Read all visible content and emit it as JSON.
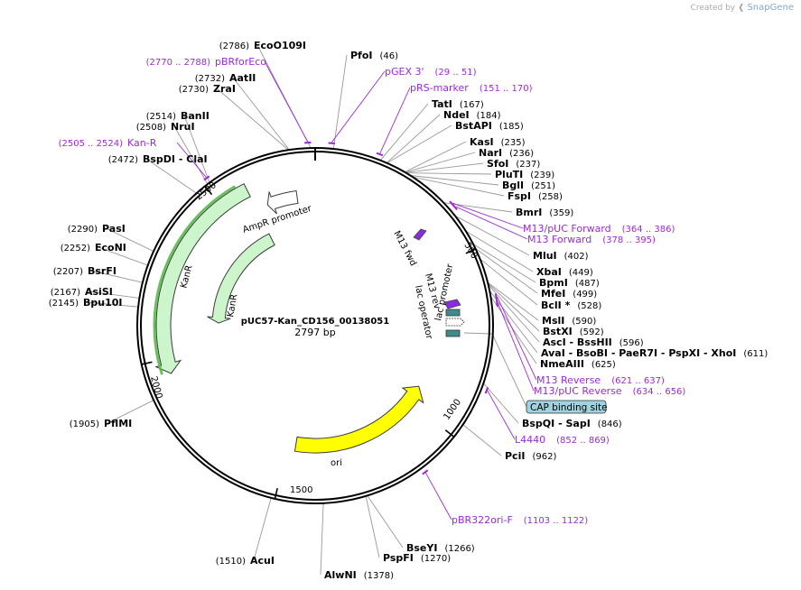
{
  "header": {
    "credit_text": "Created by",
    "brand": "SnapGene"
  },
  "plasmid": {
    "name": "pUC57-Kan_CD156_00138051",
    "length_label": "2797 bp",
    "length": 2797
  },
  "tick_labels": [
    "500",
    "1000",
    "1500",
    "2000",
    "2500"
  ],
  "enzymes": [
    {
      "name": "EcoO109I",
      "pos": "(2786)",
      "bp": 2786,
      "side": "left"
    },
    {
      "name": "AatII",
      "pos": "(2732)",
      "bp": 2732,
      "side": "left"
    },
    {
      "name": "ZraI",
      "pos": "(2730)",
      "bp": 2730,
      "side": "left"
    },
    {
      "name": "BanII",
      "pos": "(2514)",
      "bp": 2514,
      "side": "left"
    },
    {
      "name": "NruI",
      "pos": "(2508)",
      "bp": 2508,
      "side": "left"
    },
    {
      "name": "BspDI - ClaI",
      "pos": "(2472)",
      "bp": 2472,
      "side": "left"
    },
    {
      "name": "PasI",
      "pos": "(2290)",
      "bp": 2290,
      "side": "left"
    },
    {
      "name": "EcoNI",
      "pos": "(2252)",
      "bp": 2252,
      "side": "left"
    },
    {
      "name": "BsrFI",
      "pos": "(2207)",
      "bp": 2207,
      "side": "left"
    },
    {
      "name": "AsiSI",
      "pos": "(2167)",
      "bp": 2167,
      "side": "left"
    },
    {
      "name": "Bpu10I",
      "pos": "(2145)",
      "bp": 2145,
      "side": "left"
    },
    {
      "name": "PflMI",
      "pos": "(1905)",
      "bp": 1905,
      "side": "left"
    },
    {
      "name": "AcuI",
      "pos": "(1510)",
      "bp": 1510,
      "side": "left"
    },
    {
      "name": "AlwNI",
      "pos": "(1378)",
      "bp": 1378,
      "side": "right"
    },
    {
      "name": "PspFI",
      "pos": "(1270)",
      "bp": 1270,
      "side": "right"
    },
    {
      "name": "BseYI",
      "pos": "(1266)",
      "bp": 1266,
      "side": "right"
    },
    {
      "name": "PciI",
      "pos": "(962)",
      "bp": 962,
      "side": "right"
    },
    {
      "name": "BspQI - SapI",
      "pos": "(846)",
      "bp": 846,
      "side": "right"
    },
    {
      "name": "NmeAIII",
      "pos": "(625)",
      "bp": 625,
      "side": "right"
    },
    {
      "name": "AvaI - BsoBI - PaeR7I - PspXI - XhoI",
      "pos": "(611)",
      "bp": 611,
      "side": "right"
    },
    {
      "name": "AscI - BssHII",
      "pos": "(596)",
      "bp": 596,
      "side": "right"
    },
    {
      "name": "BstXI",
      "pos": "(592)",
      "bp": 592,
      "side": "right"
    },
    {
      "name": "MslI",
      "pos": "(590)",
      "bp": 590,
      "side": "right"
    },
    {
      "name": "BclI *",
      "pos": "(528)",
      "bp": 528,
      "side": "right"
    },
    {
      "name": "MfeI",
      "pos": "(499)",
      "bp": 499,
      "side": "right"
    },
    {
      "name": "BpmI",
      "pos": "(487)",
      "bp": 487,
      "side": "right"
    },
    {
      "name": "XbaI",
      "pos": "(449)",
      "bp": 449,
      "side": "right"
    },
    {
      "name": "MluI",
      "pos": "(402)",
      "bp": 402,
      "side": "right"
    },
    {
      "name": "BmrI",
      "pos": "(359)",
      "bp": 359,
      "side": "right"
    },
    {
      "name": "FspI",
      "pos": "(258)",
      "bp": 258,
      "side": "right"
    },
    {
      "name": "BglI",
      "pos": "(251)",
      "bp": 251,
      "side": "right"
    },
    {
      "name": "PluTI",
      "pos": "(239)",
      "bp": 239,
      "side": "right"
    },
    {
      "name": "SfoI",
      "pos": "(237)",
      "bp": 237,
      "side": "right"
    },
    {
      "name": "NarI",
      "pos": "(236)",
      "bp": 236,
      "side": "right"
    },
    {
      "name": "KasI",
      "pos": "(235)",
      "bp": 235,
      "side": "right"
    },
    {
      "name": "BstAPI",
      "pos": "(185)",
      "bp": 185,
      "side": "right"
    },
    {
      "name": "NdeI",
      "pos": "(184)",
      "bp": 184,
      "side": "right"
    },
    {
      "name": "TatI",
      "pos": "(167)",
      "bp": 167,
      "side": "right"
    },
    {
      "name": "PfoI",
      "pos": "(46)",
      "bp": 46,
      "side": "right"
    }
  ],
  "primers": [
    {
      "name": "pBRforEco",
      "range": "(2770 .. 2788)",
      "bp": 2779
    },
    {
      "name": "Kan-R",
      "range": "(2505 .. 2524)",
      "bp": 2515
    },
    {
      "name": "pGEX 3'",
      "range": "(29 .. 51)",
      "bp": 40
    },
    {
      "name": "pRS-marker",
      "range": "(151 .. 170)",
      "bp": 160
    },
    {
      "name": "M13/pUC Forward",
      "range": "(364 .. 386)",
      "bp": 375
    },
    {
      "name": "M13 Forward",
      "range": "(378 .. 395)",
      "bp": 386
    },
    {
      "name": "M13 Reverse",
      "range": "(621 .. 637)",
      "bp": 629
    },
    {
      "name": "M13/pUC Reverse",
      "range": "(634 .. 656)",
      "bp": 645
    },
    {
      "name": "L4440",
      "range": "(852 .. 869)",
      "bp": 860
    },
    {
      "name": "pBR322ori-F",
      "range": "(1103 .. 1122)",
      "bp": 1112
    }
  ],
  "features": [
    {
      "name": "AmpR promoter",
      "type": "promoter"
    },
    {
      "name": "KanR",
      "type": "cds_outer"
    },
    {
      "name": "KanR",
      "type": "cds_inner"
    },
    {
      "name": "ori",
      "type": "origin"
    },
    {
      "name": "M13 fwd",
      "type": "primer_bind"
    },
    {
      "name": "M13 rev",
      "type": "primer_bind"
    },
    {
      "name": "lac operator",
      "type": "protein_bind"
    },
    {
      "name": "lac promoter",
      "type": "promoter"
    },
    {
      "name": "CAP binding site",
      "type": "protein_bind"
    }
  ],
  "colors": {
    "primer": "#9a2ad6",
    "kanr_fill": "#ccf5cc",
    "ori_fill": "#ffff00",
    "promoter_fill": "#ffffff",
    "cap_fill": "#9fd3e0",
    "lac_op_fill": "#3f8a8a"
  }
}
